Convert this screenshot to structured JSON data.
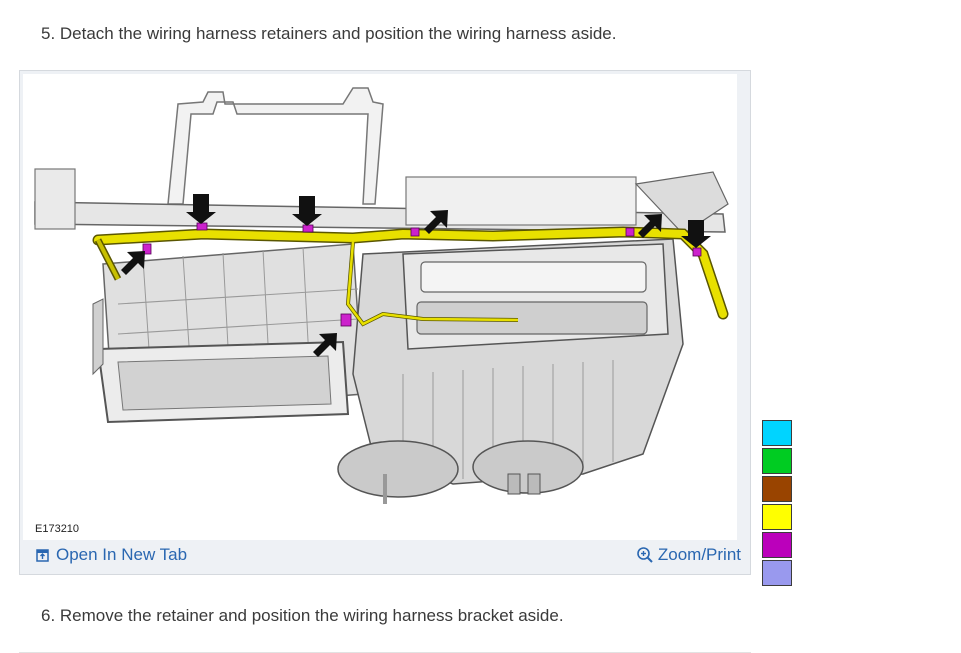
{
  "steps": {
    "step5": "5. Detach the wiring harness retainers and position the wiring harness aside.",
    "step6": "6. Remove the retainer and position the wiring harness bracket aside."
  },
  "figure": {
    "id_label": "E173210",
    "open_tab_label": "Open In New Tab",
    "zoom_label": "Zoom/Print",
    "harness_color": "#e8e000",
    "retainer_color": "#cc22cc"
  },
  "legend": {
    "colors": [
      "#00d4ff",
      "#00cc22",
      "#994400",
      "#ffff00",
      "#bb00bb",
      "#9999ee"
    ]
  }
}
